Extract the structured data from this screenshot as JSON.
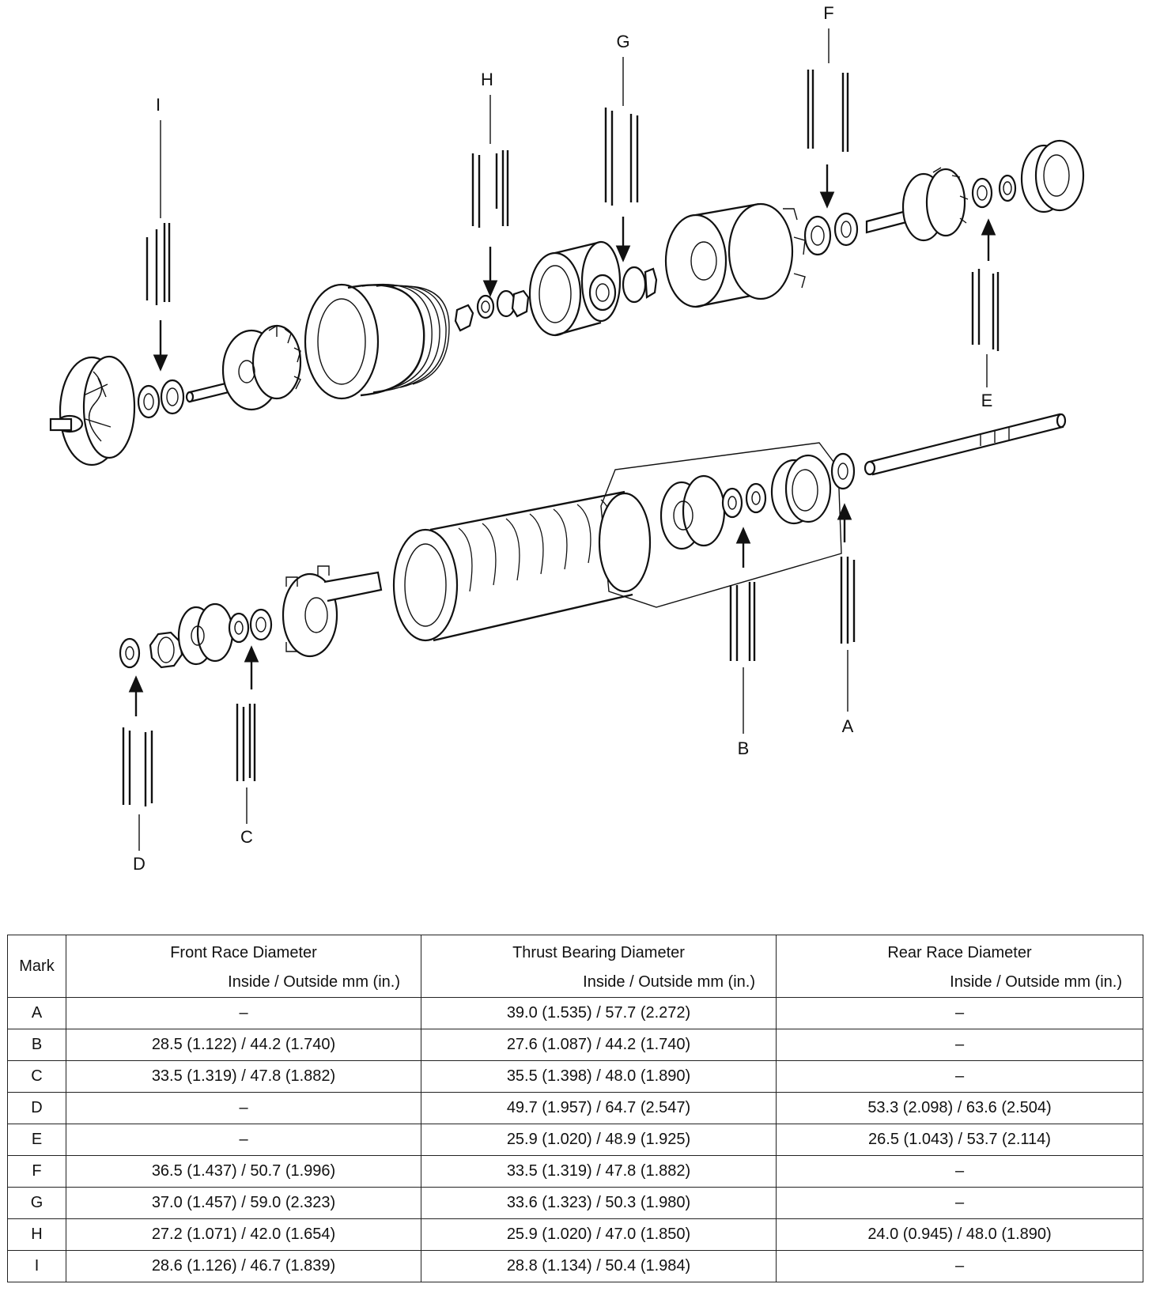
{
  "diagram": {
    "callouts": [
      "A",
      "B",
      "C",
      "D",
      "E",
      "F",
      "G",
      "H",
      "I"
    ]
  },
  "table": {
    "headers": {
      "mark": "Mark",
      "front_title": "Front Race Diameter",
      "front_sub": "Inside / Outside mm (in.)",
      "thrust_title": "Thrust Bearing Diameter",
      "thrust_sub": "Inside / Outside mm (in.)",
      "rear_title": "Rear Race Diameter",
      "rear_sub": "Inside / Outside mm (in.)"
    },
    "rows": [
      {
        "mark": "A",
        "front": "–",
        "thrust": "39.0 (1.535) / 57.7 (2.272)",
        "rear": "–"
      },
      {
        "mark": "B",
        "front": "28.5 (1.122) / 44.2 (1.740)",
        "thrust": "27.6 (1.087) / 44.2 (1.740)",
        "rear": "–"
      },
      {
        "mark": "C",
        "front": "33.5 (1.319) / 47.8 (1.882)",
        "thrust": "35.5 (1.398) / 48.0 (1.890)",
        "rear": "–"
      },
      {
        "mark": "D",
        "front": "–",
        "thrust": "49.7 (1.957) / 64.7 (2.547)",
        "rear": "53.3 (2.098) / 63.6 (2.504)"
      },
      {
        "mark": "E",
        "front": "–",
        "thrust": "25.9 (1.020) / 48.9 (1.925)",
        "rear": "26.5 (1.043) / 53.7 (2.114)"
      },
      {
        "mark": "F",
        "front": "36.5 (1.437) / 50.7 (1.996)",
        "thrust": "33.5 (1.319) / 47.8 (1.882)",
        "rear": "–"
      },
      {
        "mark": "G",
        "front": "37.0 (1.457) / 59.0 (2.323)",
        "thrust": "33.6 (1.323) / 50.3 (1.980)",
        "rear": "–"
      },
      {
        "mark": "H",
        "front": "27.2 (1.071) / 42.0 (1.654)",
        "thrust": "25.9 (1.020) / 47.0 (1.850)",
        "rear": "24.0 (0.945) / 48.0 (1.890)"
      },
      {
        "mark": "I",
        "front": "28.6 (1.126) / 46.7 (1.839)",
        "thrust": "28.8 (1.134) / 50.4 (1.984)",
        "rear": "–"
      }
    ]
  }
}
